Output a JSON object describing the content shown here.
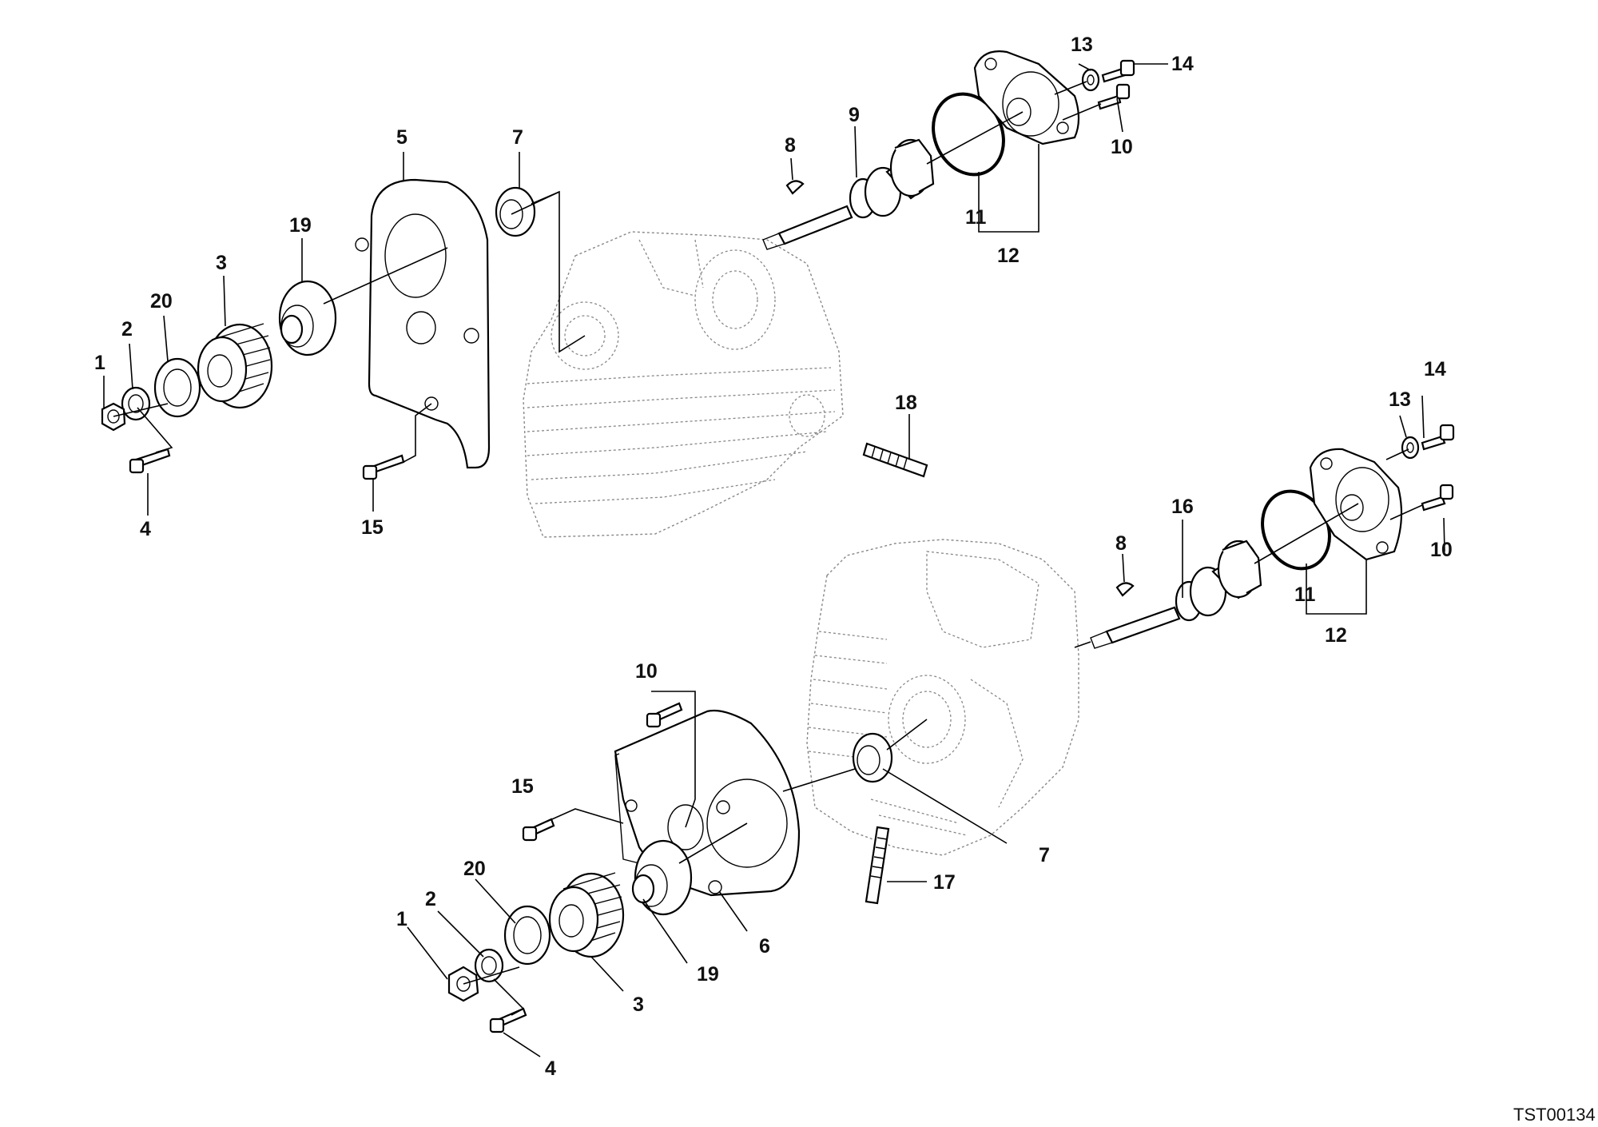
{
  "diagram": {
    "drawing_code": "TST00134",
    "callouts_upper": {
      "c1": "1",
      "c2": "2",
      "c20": "20",
      "c3": "3",
      "c19": "19",
      "c5": "5",
      "c7": "7",
      "c8": "8",
      "c9": "9",
      "c11": "11",
      "c12": "12",
      "c13": "13",
      "c14": "14",
      "c10": "10",
      "c18": "18",
      "c15": "15",
      "c4": "4"
    },
    "callouts_lower": {
      "c14": "14",
      "c13": "13",
      "c10a": "10",
      "c16": "16",
      "c8": "8",
      "c11": "11",
      "c12": "12",
      "c10b": "10",
      "c15": "15",
      "c20": "20",
      "c2": "2",
      "c1": "1",
      "c19": "19",
      "c3": "3",
      "c6": "6",
      "c7": "7",
      "c17": "17",
      "c4": "4"
    }
  }
}
